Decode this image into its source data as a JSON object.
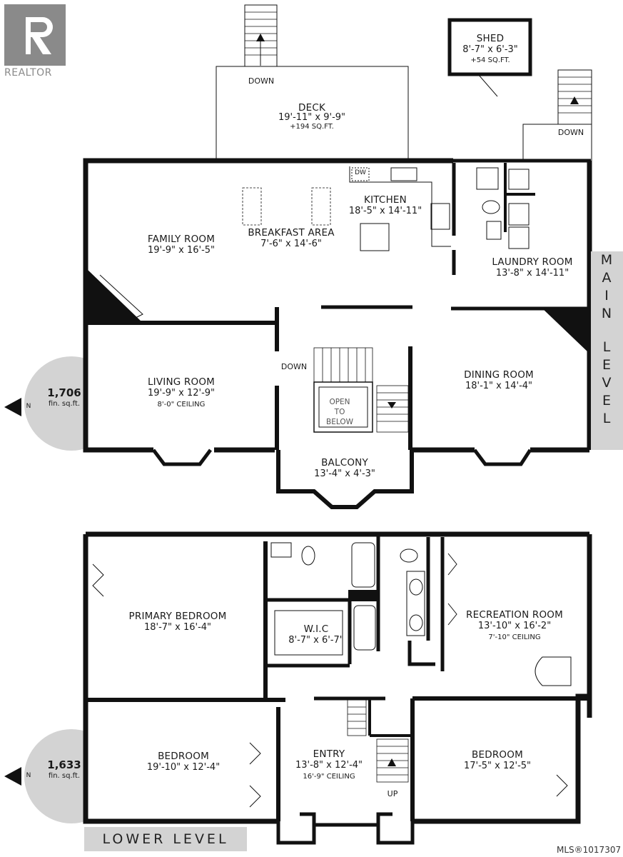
{
  "branding": {
    "logo_text": "REALTOR",
    "logo_mark": "R"
  },
  "main_level": {
    "level_label": "MAIN LEVEL",
    "area_value": "1,706",
    "area_unit": "fin. sq.ft.",
    "north": "N",
    "rooms": {
      "deck": {
        "name": "DECK",
        "dims": "19'-11\" x 9'-9\"",
        "area": "+194 SQ.FT."
      },
      "shed": {
        "name": "SHED",
        "dims": "8'-7\" x 6'-3\"",
        "area": "+54 SQ.FT."
      },
      "kitchen": {
        "name": "KITCHEN",
        "dims": "18'-5\" x 14'-11\""
      },
      "breakfast": {
        "name": "BREAKFAST AREA",
        "dims": "7'-6\" x 14'-6\""
      },
      "family": {
        "name": "FAMILY ROOM",
        "dims": "19'-9\" x 16'-5\""
      },
      "laundry": {
        "name": "LAUNDRY ROOM",
        "dims": "13'-8\" x 14'-11\""
      },
      "living": {
        "name": "LIVING ROOM",
        "dims": "19'-9\" x 12'-9\"",
        "ceiling": "8'-0\" CEILING"
      },
      "dining": {
        "name": "DINING ROOM",
        "dims": "18'-1\" x 14'-4\""
      },
      "balcony": {
        "name": "BALCONY",
        "dims": "13'-4\" x 4'-3\""
      }
    },
    "annotations": {
      "down_deck": "DOWN",
      "down_laundry": "DOWN",
      "down_stairs": "DOWN",
      "dw": "DW",
      "open_to_below": [
        "OPEN",
        "TO",
        "BELOW"
      ]
    }
  },
  "lower_level": {
    "level_label": "LOWER LEVEL",
    "area_value": "1,633",
    "area_unit": "fin. sq.ft.",
    "north": "N",
    "rooms": {
      "primary": {
        "name": "PRIMARY BEDROOM",
        "dims": "18'-7\" x 16'-4\""
      },
      "wic": {
        "name": "W.I.C",
        "dims": "8'-7\" x 6'-7\""
      },
      "recreation": {
        "name": "RECREATION ROOM",
        "dims": "13'-10\" x 16'-2\"",
        "ceiling": "7'-10\" CEILING"
      },
      "bedroom_left": {
        "name": "BEDROOM",
        "dims": "19'-10\" x 12'-4\""
      },
      "entry": {
        "name": "ENTRY",
        "dims": "13'-8\" x 12'-4\"",
        "ceiling": "16'-9\" CEILING"
      },
      "bedroom_right": {
        "name": "BEDROOM",
        "dims": "17'-5\" x 12'-5\""
      }
    },
    "annotations": {
      "up": "UP"
    }
  },
  "footer": {
    "mls": "MLS®1017307"
  },
  "colors": {
    "wall": "#111111",
    "level_badge": "#d3d3d3",
    "area_circle": "#d3d3d3",
    "logo": "#8a8a8a"
  }
}
